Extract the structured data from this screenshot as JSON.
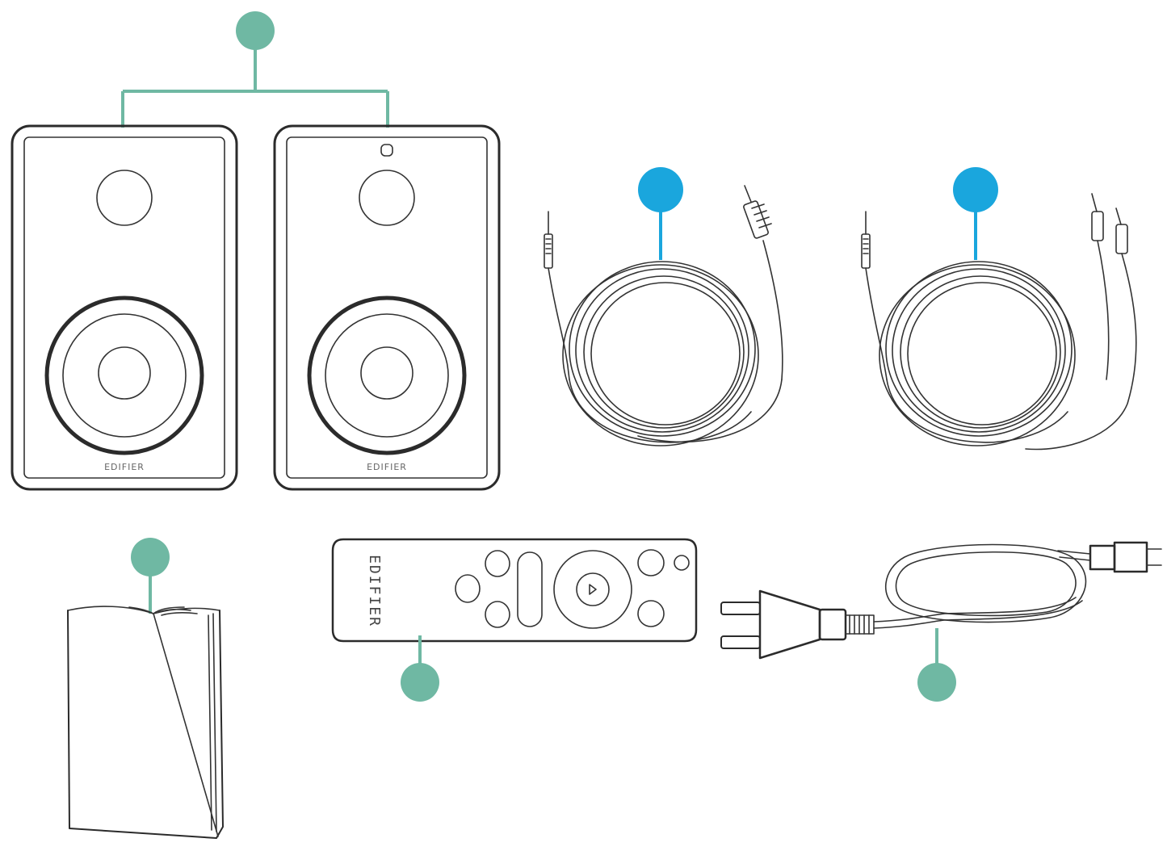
{
  "colors": {
    "teal": "#6fb8a3",
    "blue": "#1aa6dd",
    "line": "#2b2b2b",
    "background": "#ffffff"
  },
  "speakers": {
    "left_brand": "EDIFIER",
    "right_brand": "EDIFIER"
  },
  "remote": {
    "brand": "EDIFIER"
  },
  "icons": [
    "speaker-icon",
    "audio-cable-icon",
    "rca-cable-icon",
    "manual-icon",
    "remote-control-icon",
    "power-cord-icon"
  ]
}
